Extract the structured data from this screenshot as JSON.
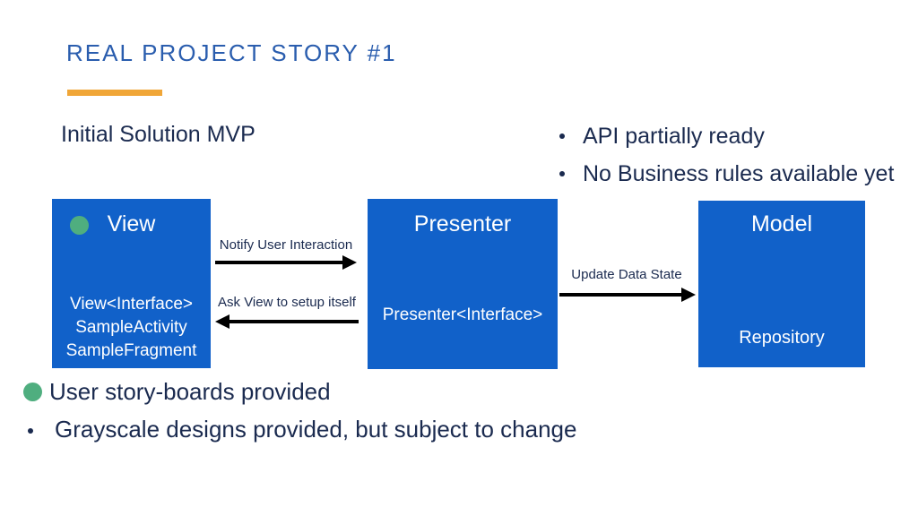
{
  "slide": {
    "title": "REAL PROJECT STORY #1",
    "subtitle": "Initial Solution MVP"
  },
  "right_bullets": [
    {
      "label": "API partially ready"
    },
    {
      "label": "No Business rules available yet"
    }
  ],
  "diagram": {
    "boxes": [
      {
        "id": "view",
        "title": "View",
        "has_status_dot": true,
        "lines": [
          "View<Interface>",
          "SampleActivity",
          "SampleFragment"
        ]
      },
      {
        "id": "presenter",
        "title": "Presenter",
        "lines": [
          "Presenter<Interface>"
        ]
      },
      {
        "id": "model",
        "title": "Model",
        "lines": [
          "Repository"
        ]
      }
    ],
    "arrows": [
      {
        "label": "Notify User Interaction",
        "direction": "right",
        "from": "view",
        "to": "presenter"
      },
      {
        "label": "Ask View to setup itself",
        "direction": "left",
        "from": "presenter",
        "to": "view"
      },
      {
        "label": "Update Data State",
        "direction": "right",
        "from": "presenter",
        "to": "model"
      }
    ]
  },
  "bottom_bullets": [
    {
      "label": "User story-boards provided",
      "marker": "green-circle"
    },
    {
      "label": "Grayscale designs provided, but subject to change",
      "marker": "dot"
    }
  ],
  "colors": {
    "background": "#FFFFFF",
    "title_blue": "#2A5DAE",
    "accent_orange": "#F0A637",
    "body_navy": "#1A2A4F",
    "box_blue": "#1161C9",
    "box_text": "#FFFFFF",
    "status_green": "#4FAE7F",
    "arrow_black": "#000000"
  }
}
